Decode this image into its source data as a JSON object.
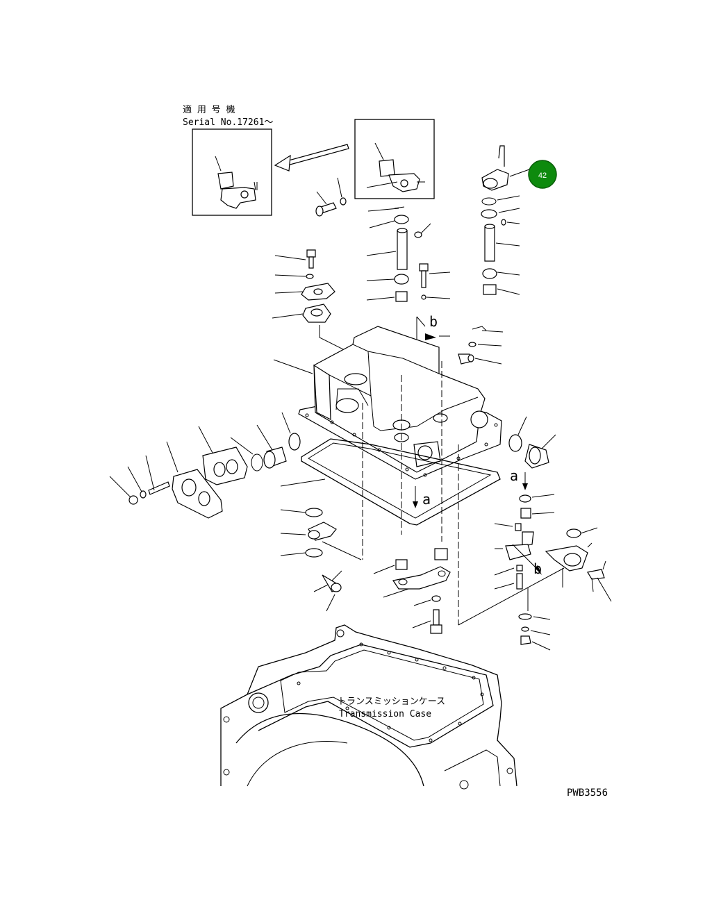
{
  "header": {
    "applicable_jp": "適 用 号 機",
    "serial": "Serial No.17261〜"
  },
  "markers": {
    "a_top": "a",
    "a_bottom": "a",
    "b_top": "b",
    "b_bottom": "b"
  },
  "callout_badge": {
    "label": "42",
    "color": "#0e8a0e"
  },
  "case_label": {
    "jp": "トランスミッションケース",
    "en": "Transmission Case"
  },
  "drawing_code": "PWB3556"
}
